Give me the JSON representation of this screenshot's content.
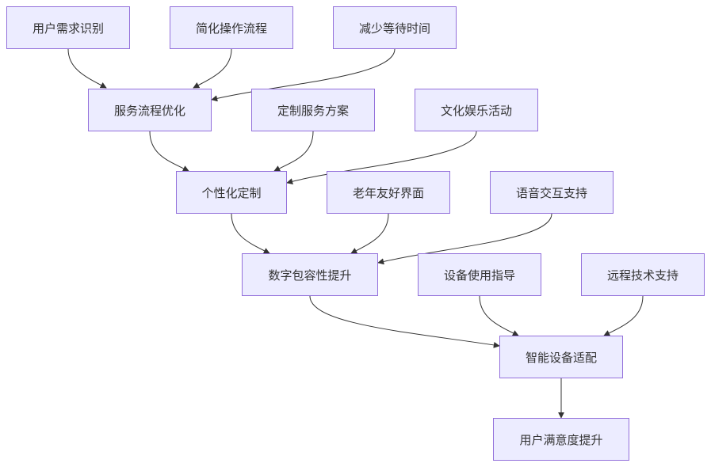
{
  "diagram": {
    "nodes": {
      "n1": {
        "label": "用户需求识别"
      },
      "n2": {
        "label": "简化操作流程"
      },
      "n3": {
        "label": "减少等待时间"
      },
      "n4": {
        "label": "服务流程优化"
      },
      "n5": {
        "label": "定制服务方案"
      },
      "n6": {
        "label": "文化娱乐活动"
      },
      "n7": {
        "label": "个性化定制"
      },
      "n8": {
        "label": "老年友好界面"
      },
      "n9": {
        "label": "语音交互支持"
      },
      "n10": {
        "label": "数字包容性提升"
      },
      "n11": {
        "label": "设备使用指导"
      },
      "n12": {
        "label": "远程技术支持"
      },
      "n13": {
        "label": "智能设备适配"
      },
      "n14": {
        "label": "用户满意度提升"
      }
    },
    "edges": [
      {
        "from": "n1",
        "to": "n4"
      },
      {
        "from": "n2",
        "to": "n4"
      },
      {
        "from": "n3",
        "to": "n4"
      },
      {
        "from": "n4",
        "to": "n7"
      },
      {
        "from": "n5",
        "to": "n7"
      },
      {
        "from": "n6",
        "to": "n7"
      },
      {
        "from": "n7",
        "to": "n10"
      },
      {
        "from": "n8",
        "to": "n10"
      },
      {
        "from": "n9",
        "to": "n10"
      },
      {
        "from": "n10",
        "to": "n13"
      },
      {
        "from": "n11",
        "to": "n13"
      },
      {
        "from": "n12",
        "to": "n13"
      },
      {
        "from": "n13",
        "to": "n14"
      }
    ],
    "colors": {
      "node_fill": "#ececff",
      "node_border": "#9370db",
      "edge": "#333333",
      "text": "#333333"
    }
  }
}
